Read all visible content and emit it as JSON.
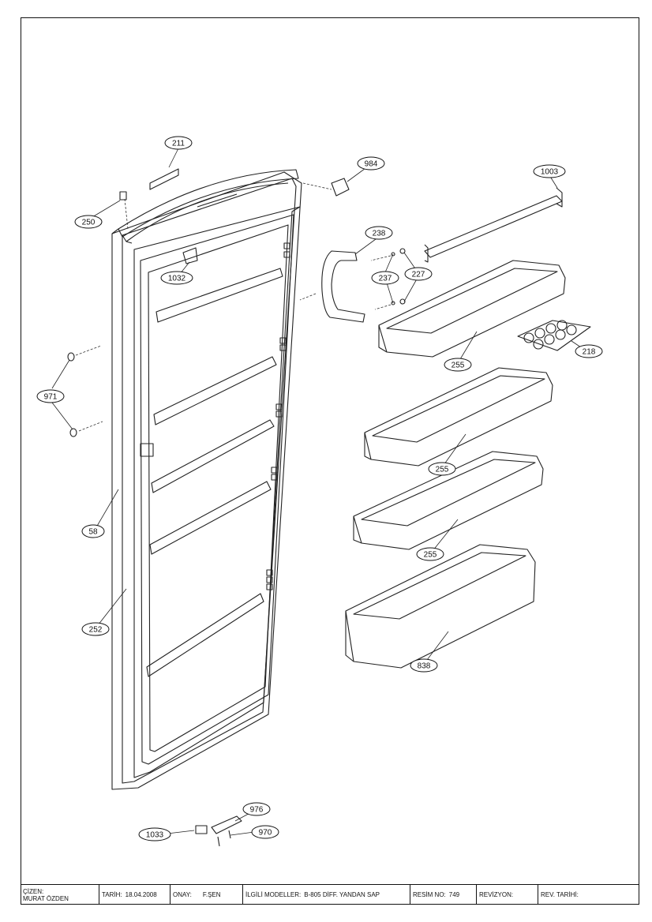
{
  "callouts": [
    {
      "id": "c211",
      "label": "211"
    },
    {
      "id": "c984",
      "label": "984"
    },
    {
      "id": "c1003",
      "label": "1003"
    },
    {
      "id": "c250",
      "label": "250"
    },
    {
      "id": "c238",
      "label": "238"
    },
    {
      "id": "c237",
      "label": "237"
    },
    {
      "id": "c227",
      "label": "227"
    },
    {
      "id": "c1032",
      "label": "1032"
    },
    {
      "id": "c255a",
      "label": "255"
    },
    {
      "id": "c218",
      "label": "218"
    },
    {
      "id": "c971",
      "label": "971"
    },
    {
      "id": "c255b",
      "label": "255"
    },
    {
      "id": "c58",
      "label": "58"
    },
    {
      "id": "c255c",
      "label": "255"
    },
    {
      "id": "c252",
      "label": "252"
    },
    {
      "id": "c838",
      "label": "838"
    },
    {
      "id": "c976",
      "label": "976"
    },
    {
      "id": "c1033",
      "label": "1033"
    },
    {
      "id": "c970",
      "label": "970"
    }
  ],
  "title_block": {
    "drawn_by_label": "ÇİZEN:",
    "drawn_by": "MURAT ÖZDEN",
    "date_label": "TARİH:",
    "date": "18.04.2008",
    "approved_label": "ONAY:",
    "approved_by": "F.ŞEN",
    "models_label": "İLGİLİ MODELLER:",
    "models": "B-805 DİFF. YANDAN SAP",
    "drawing_no_label": "RESİM NO:",
    "drawing_no": "749",
    "revision_label": "REVİZYON:",
    "revision": "",
    "revision_date_label": "REV. TARİHİ:",
    "revision_date": ""
  }
}
